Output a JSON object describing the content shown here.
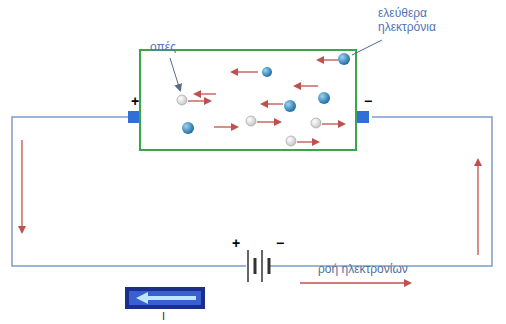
{
  "diagram": {
    "labels": [
      "οπές",
      "ελεύθερα ηλεκτρόνια",
      "+",
      "−",
      "+",
      "−",
      "ροή ηλεκτρονίων",
      "I"
    ]
  }
}
